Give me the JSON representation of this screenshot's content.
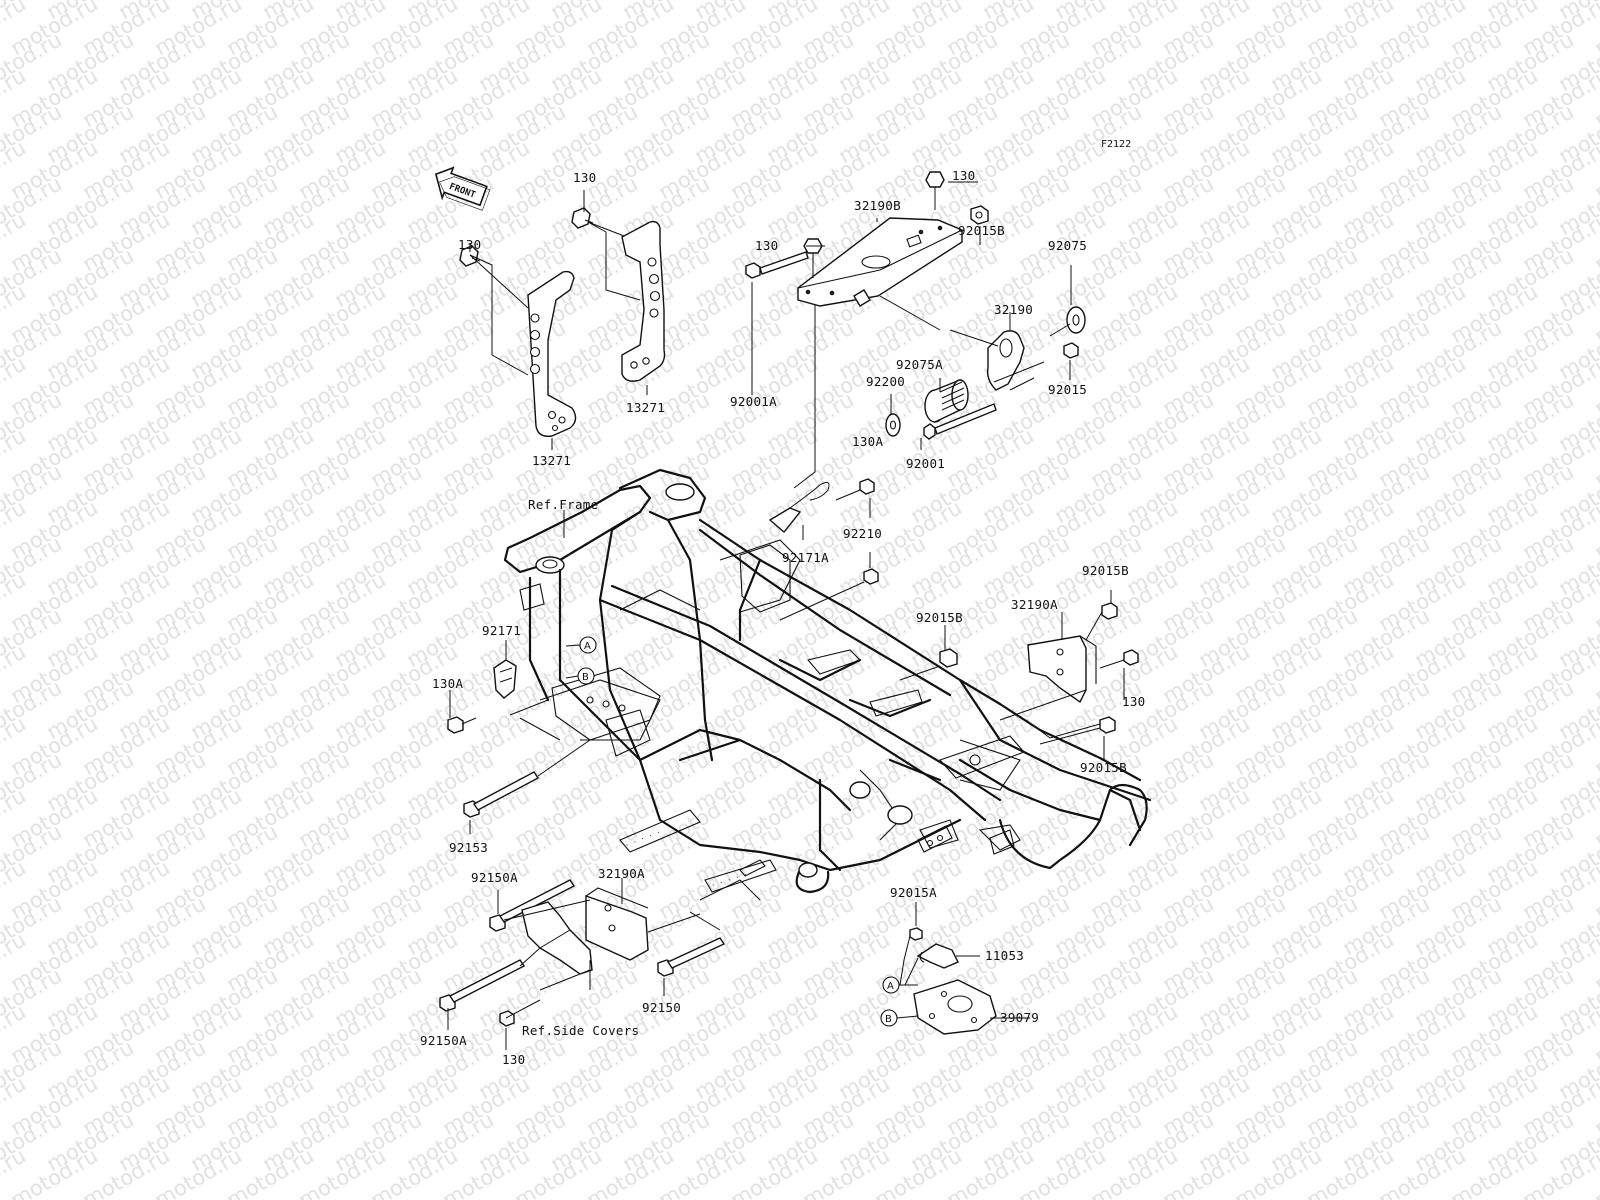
{
  "diagram": {
    "code": "F2122",
    "watermark": "motod.ru",
    "front_sign": "FRONT",
    "refs": {
      "frame": "Ref.Frame",
      "side_covers": "Ref.Side Covers"
    },
    "circle_markers": [
      "A",
      "B",
      "A",
      "B"
    ],
    "labels": [
      {
        "id": "l1",
        "text": "130"
      },
      {
        "id": "l2",
        "text": "130"
      },
      {
        "id": "l3",
        "text": "13271"
      },
      {
        "id": "l4",
        "text": "13271"
      },
      {
        "id": "l5",
        "text": "130"
      },
      {
        "id": "l6",
        "text": "32190B"
      },
      {
        "id": "l7",
        "text": "130"
      },
      {
        "id": "l8",
        "text": "92015B"
      },
      {
        "id": "l9",
        "text": "92075"
      },
      {
        "id": "l10",
        "text": "32190"
      },
      {
        "id": "l11",
        "text": "92075A"
      },
      {
        "id": "l12",
        "text": "92015"
      },
      {
        "id": "l13",
        "text": "92200"
      },
      {
        "id": "l14",
        "text": "92001A"
      },
      {
        "id": "l15",
        "text": "130A"
      },
      {
        "id": "l16",
        "text": "92001"
      },
      {
        "id": "l17",
        "text": "92210"
      },
      {
        "id": "l18",
        "text": "92171A"
      },
      {
        "id": "l19",
        "text": "92015B"
      },
      {
        "id": "l20",
        "text": "92015B"
      },
      {
        "id": "l21",
        "text": "32190A"
      },
      {
        "id": "l22",
        "text": "92171"
      },
      {
        "id": "l23",
        "text": "130A"
      },
      {
        "id": "l24",
        "text": "130"
      },
      {
        "id": "l25",
        "text": "92015B"
      },
      {
        "id": "l26",
        "text": "92153"
      },
      {
        "id": "l27",
        "text": "92150A"
      },
      {
        "id": "l28",
        "text": "32190A"
      },
      {
        "id": "l29",
        "text": "92015A"
      },
      {
        "id": "l30",
        "text": "11053"
      },
      {
        "id": "l31",
        "text": "92150"
      },
      {
        "id": "l32",
        "text": "39079"
      },
      {
        "id": "l33",
        "text": "92150A"
      },
      {
        "id": "l34",
        "text": "130"
      }
    ]
  }
}
